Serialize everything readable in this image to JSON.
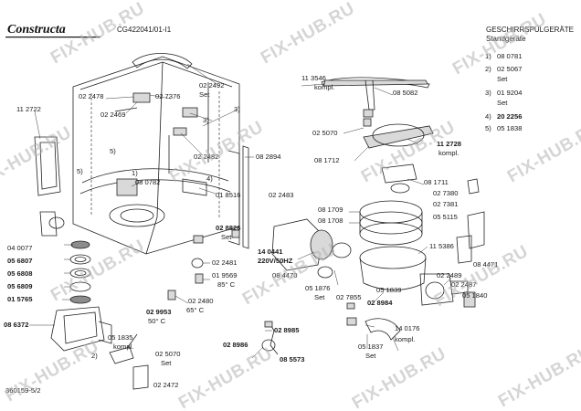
{
  "header": {
    "brand": "Constructa",
    "model": "CG422041/01-I1",
    "category": "GESCHIRRSPÜLGERÄTE",
    "subcategory": "Standgeräte",
    "footer_code": "360159-5/2"
  },
  "legend": [
    {
      "num": "1)",
      "code": "08 0781",
      "bold": false
    },
    {
      "num": "2)",
      "code": "02 5067",
      "bold": false
    },
    {
      "num": "",
      "code": "Set",
      "bold": false
    },
    {
      "num": "3)",
      "code": "01 9204",
      "bold": false
    },
    {
      "num": "",
      "code": "Set",
      "bold": false
    },
    {
      "num": "4)",
      "code": "20 2256",
      "bold": true
    },
    {
      "num": "5)",
      "code": "05 1838",
      "bold": false
    }
  ],
  "watermark": "FIX-HUB.RU",
  "labels": [
    {
      "id": "l1",
      "text": "02 2478"
    },
    {
      "id": "l2",
      "text": "02 7376"
    },
    {
      "id": "l3",
      "text": "02 2492"
    },
    {
      "id": "l4",
      "text": "Set"
    },
    {
      "id": "l5",
      "text": "11 2722"
    },
    {
      "id": "l6",
      "text": "02 2469"
    },
    {
      "id": "l7",
      "text": "3)"
    },
    {
      "id": "l8",
      "text": "3)"
    },
    {
      "id": "l9",
      "text": "5)"
    },
    {
      "id": "l10",
      "text": "02 2482"
    },
    {
      "id": "l11",
      "text": "5)"
    },
    {
      "id": "l12",
      "text": "1)"
    },
    {
      "id": "l13",
      "text": "08 0782"
    },
    {
      "id": "l14",
      "text": "4)"
    },
    {
      "id": "l15",
      "text": "01 8516"
    },
    {
      "id": "l16",
      "text": "08 2894"
    },
    {
      "id": "l17",
      "text": "02 2483"
    },
    {
      "id": "l18",
      "text": "02 8826"
    },
    {
      "id": "l19",
      "text": "Set"
    },
    {
      "id": "l20",
      "text": "04 0077"
    },
    {
      "id": "l21",
      "text": "05 6807"
    },
    {
      "id": "l22",
      "text": "05 6808"
    },
    {
      "id": "l23",
      "text": "05 6809"
    },
    {
      "id": "l24",
      "text": "01 5765"
    },
    {
      "id": "l25",
      "text": "08 6372"
    },
    {
      "id": "l26",
      "text": "02 2481"
    },
    {
      "id": "l27",
      "text": "01 9569"
    },
    {
      "id": "l28",
      "text": "85° C"
    },
    {
      "id": "l29",
      "text": "02 2480"
    },
    {
      "id": "l30",
      "text": "65° C"
    },
    {
      "id": "l31",
      "text": "02 9953"
    },
    {
      "id": "l32",
      "text": "50° C"
    },
    {
      "id": "l33",
      "text": "05 1835"
    },
    {
      "id": "l34",
      "text": "kompl."
    },
    {
      "id": "l35",
      "text": "2)"
    },
    {
      "id": "l36",
      "text": "02 5070"
    },
    {
      "id": "l37",
      "text": "Set"
    },
    {
      "id": "l38",
      "text": "02 2472"
    },
    {
      "id": "l39",
      "text": "02 8985"
    },
    {
      "id": "l40",
      "text": "02 8986"
    },
    {
      "id": "l41",
      "text": "08 5573"
    },
    {
      "id": "l42",
      "text": "11 3546"
    },
    {
      "id": "l43",
      "text": "kompl."
    },
    {
      "id": "l44",
      "text": "08 5082"
    },
    {
      "id": "l45",
      "text": "02 5070"
    },
    {
      "id": "l46",
      "text": "08 1712"
    },
    {
      "id": "l47",
      "text": "11 2728"
    },
    {
      "id": "l48",
      "text": "kompl."
    },
    {
      "id": "l49",
      "text": "08 1711"
    },
    {
      "id": "l50",
      "text": "02 7380"
    },
    {
      "id": "l51",
      "text": "02 7381"
    },
    {
      "id": "l52",
      "text": "05 5115"
    },
    {
      "id": "l53",
      "text": "08 1709"
    },
    {
      "id": "l54",
      "text": "08 1708"
    },
    {
      "id": "l55",
      "text": "11 5386"
    },
    {
      "id": "l56",
      "text": "14 0441"
    },
    {
      "id": "l57",
      "text": "220V/50HZ"
    },
    {
      "id": "l58",
      "text": "08 4470"
    },
    {
      "id": "l59",
      "text": "05 1876"
    },
    {
      "id": "l60",
      "text": "Set"
    },
    {
      "id": "l61",
      "text": "02 7855"
    },
    {
      "id": "l62",
      "text": "02 8984"
    },
    {
      "id": "l63",
      "text": "02 2489"
    },
    {
      "id": "l64",
      "text": "02 2487"
    },
    {
      "id": "l65",
      "text": "05 1840"
    },
    {
      "id": "l66",
      "text": "08 4471"
    },
    {
      "id": "l67",
      "text": "05 1839"
    },
    {
      "id": "l68",
      "text": "14 0176"
    },
    {
      "id": "l69",
      "text": "kompl."
    },
    {
      "id": "l70",
      "text": "05 1837"
    },
    {
      "id": "l71",
      "text": "Set"
    }
  ]
}
